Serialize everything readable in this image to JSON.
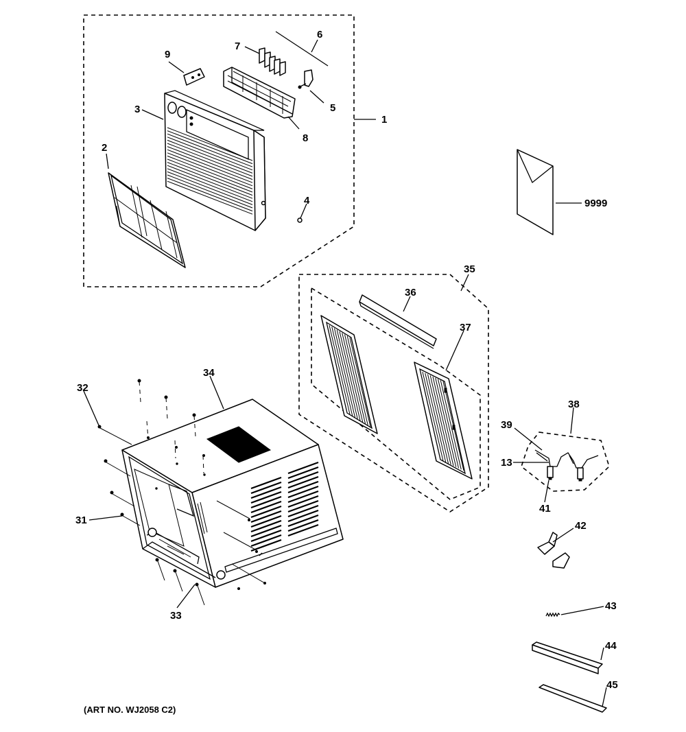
{
  "labels": {
    "p1": "1",
    "p2": "2",
    "p3": "3",
    "p4": "4",
    "p5": "5",
    "p6": "6",
    "p7": "7",
    "p8": "8",
    "p9": "9",
    "p9999": "9999",
    "p13": "13",
    "p31": "31",
    "p32": "32",
    "p33": "33",
    "p34": "34",
    "p35": "35",
    "p36": "36",
    "p37": "37",
    "p38": "38",
    "p39": "39",
    "p41": "41",
    "p42": "42",
    "p43": "43",
    "p44": "44",
    "p45": "45"
  },
  "footer": {
    "art_no": "(ART NO. WJ2058 C2)"
  }
}
